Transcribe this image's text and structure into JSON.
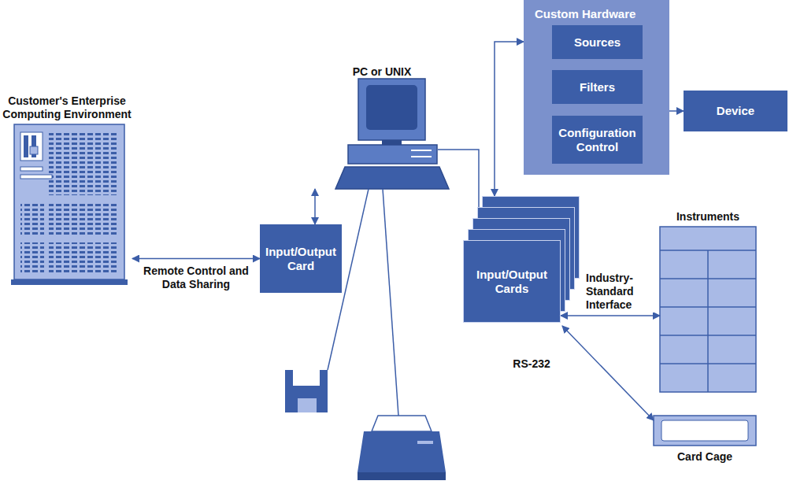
{
  "diagram": {
    "nodes": [
      {
        "text": [
          "Custom Hardware"
        ]
      },
      {
        "text": [
          "Sources"
        ],
        "in": 0
      },
      {
        "text": [
          "Filters"
        ],
        "in": 0
      },
      {
        "text": [
          "Configuration Control"
        ],
        "in": 0
      },
      {
        "text": [
          "Device"
        ]
      },
      {
        "text": [
          "PC or UNIX"
        ]
      },
      {
        "text": [
          "Customer's Enterprise Computing Environment"
        ]
      },
      {
        "text": [
          "Input/Output Card"
        ]
      },
      {
        "text": [
          "Input/Output Cards"
        ]
      },
      {
        "text": [
          "Instruments"
        ]
      },
      {
        "text": [
          "Card Cage"
        ]
      }
    ],
    "edges": [
      {
        "from": 6,
        "to": 7,
        "arrow": "both",
        "label": "Remote Control and Data Sharing"
      },
      {
        "from": 5,
        "to": 7,
        "arrow": "both"
      },
      {
        "from": 5,
        "to": 8,
        "arrow": "none"
      },
      {
        "from": 8,
        "to": 0,
        "arrow": "both"
      },
      {
        "from": 0,
        "to": 4,
        "arrow": "to"
      },
      {
        "from": 8,
        "to": 9,
        "arrow": "both",
        "label": "Industry-Standard Interface"
      },
      {
        "from": 8,
        "to": 10,
        "arrow": "both",
        "label": "RS-232"
      }
    ]
  }
}
